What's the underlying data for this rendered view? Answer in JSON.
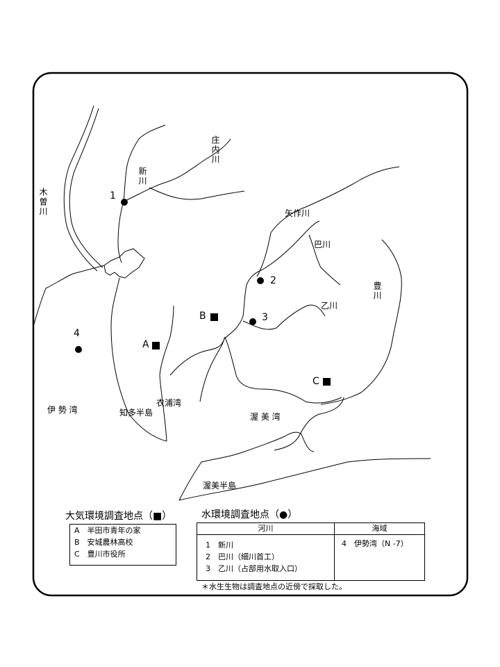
{
  "map": {
    "place_labels": {
      "kiso": "木曽川",
      "shonai": "庄内川",
      "shin": "新川",
      "yahagi": "矢作川",
      "tomoe": "巴川",
      "oto": "乙川",
      "toyo": "豊川",
      "ise": "伊 勢 湾",
      "chita": "知多半島",
      "kinuura": "衣浦湾",
      "atsumi_bay": "渥 美 湾",
      "atsumi_pen": "渥美半島"
    },
    "water_points": [
      "1",
      "2",
      "3",
      "4"
    ],
    "air_points": [
      "A",
      "B",
      "C"
    ]
  },
  "legend": {
    "air_title": "大気環境調査地点（■）",
    "air_items": [
      "A　半田市青年の家",
      "B　安城農林高校",
      "C　豊川市役所"
    ],
    "water_title": "水環境調査地点（●）",
    "table": {
      "col_river": "河川",
      "col_sea": "海域",
      "river_rows": [
        "1　新川",
        "2　巴川（細川首工）",
        "3　乙川（占部用水取入口）"
      ],
      "sea_rows": [
        "4　伊勢湾（N -7）"
      ]
    },
    "note": "＊水生生物は調査地点の近傍で採取した。"
  }
}
